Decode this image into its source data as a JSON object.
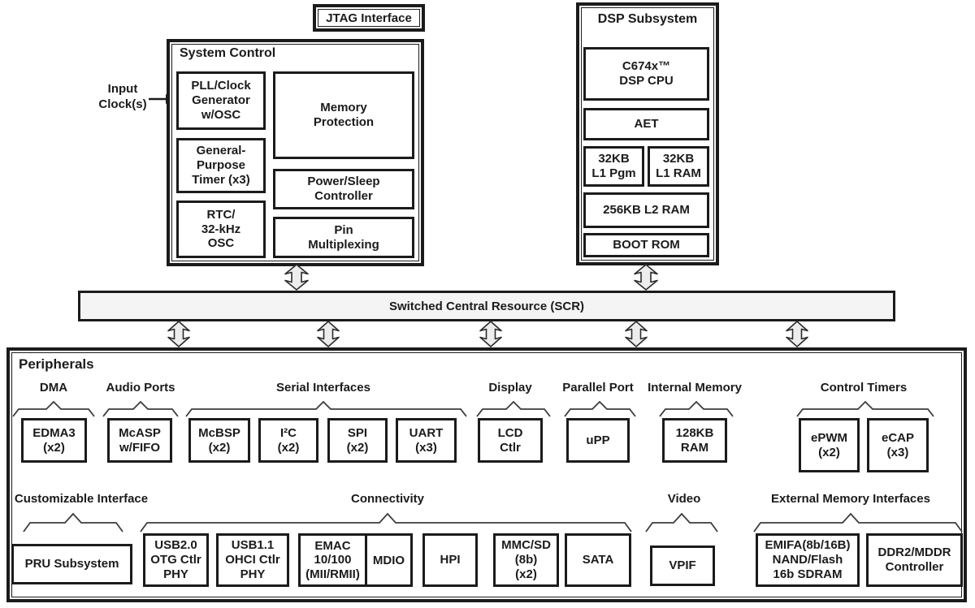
{
  "jtag": {
    "label": "JTAG Interface"
  },
  "input_clock": {
    "label": "Input\nClock(s)"
  },
  "system_control": {
    "title": "System Control",
    "blocks": {
      "pll": "PLL/Clock\nGenerator\nw/OSC",
      "memory_protection": "Memory\nProtection",
      "gp_timer": "General-\nPurpose\nTimer (x3)",
      "power_sleep": "Power/Sleep\nController",
      "rtc": "RTC/\n32-kHz\nOSC",
      "pin_mux": "Pin\nMultiplexing"
    }
  },
  "dsp_subsystem": {
    "title": "DSP Subsystem",
    "blocks": {
      "cpu": "C674x™\nDSP CPU",
      "aet": "AET",
      "l1_pgm": "32KB\nL1 Pgm",
      "l1_ram": "32KB\nL1 RAM",
      "l2_ram": "256KB L2 RAM",
      "boot_rom": "BOOT ROM"
    }
  },
  "scr": {
    "label": "Switched Central Resource (SCR)"
  },
  "peripherals": {
    "title": "Peripherals",
    "groups": {
      "dma": "DMA",
      "audio": "Audio Ports",
      "serial": "Serial Interfaces",
      "display": "Display",
      "parallel": "Parallel Port",
      "internal_memory": "Internal Memory",
      "control_timers": "Control Timers",
      "customizable": "Customizable Interface",
      "connectivity": "Connectivity",
      "video": "Video",
      "external_memory": "External Memory Interfaces"
    },
    "blocks": {
      "edma3": "EDMA3\n(x2)",
      "mcasp": "McASP\nw/FIFO",
      "mcbsp": "McBSP\n(x2)",
      "i2c": "I²C\n(x2)",
      "spi": "SPI\n(x2)",
      "uart": "UART\n(x3)",
      "lcd": "LCD\nCtlr",
      "upp": "uPP",
      "ram128": "128KB\nRAM",
      "epwm": "ePWM\n(x2)",
      "ecap": "eCAP\n(x3)",
      "pru": "PRU Subsystem",
      "usb20": "USB2.0\nOTG Ctlr\nPHY",
      "usb11": "USB1.1\nOHCI Ctlr\nPHY",
      "emac": "EMAC\n10/100\n(MII/RMII)",
      "mdio": "MDIO",
      "hpi": "HPI",
      "mmcsd": "MMC/SD\n(8b)\n(x2)",
      "sata": "SATA",
      "vpif": "VPIF",
      "emifa": "EMIFA(8b/16B)\nNAND/Flash\n16b SDRAM",
      "ddr2": "DDR2/MDDR\nController"
    }
  },
  "icons": {
    "bidirectional_arrow": "vertical double-headed arrow",
    "group_brace": "upward curly brace",
    "input_arrow": "right arrow"
  },
  "colors": {
    "border": "#1b1b1b",
    "scr_fill": "#f4f4f4",
    "arrow_fill": "#ededed",
    "text": "#1b1b1b"
  }
}
